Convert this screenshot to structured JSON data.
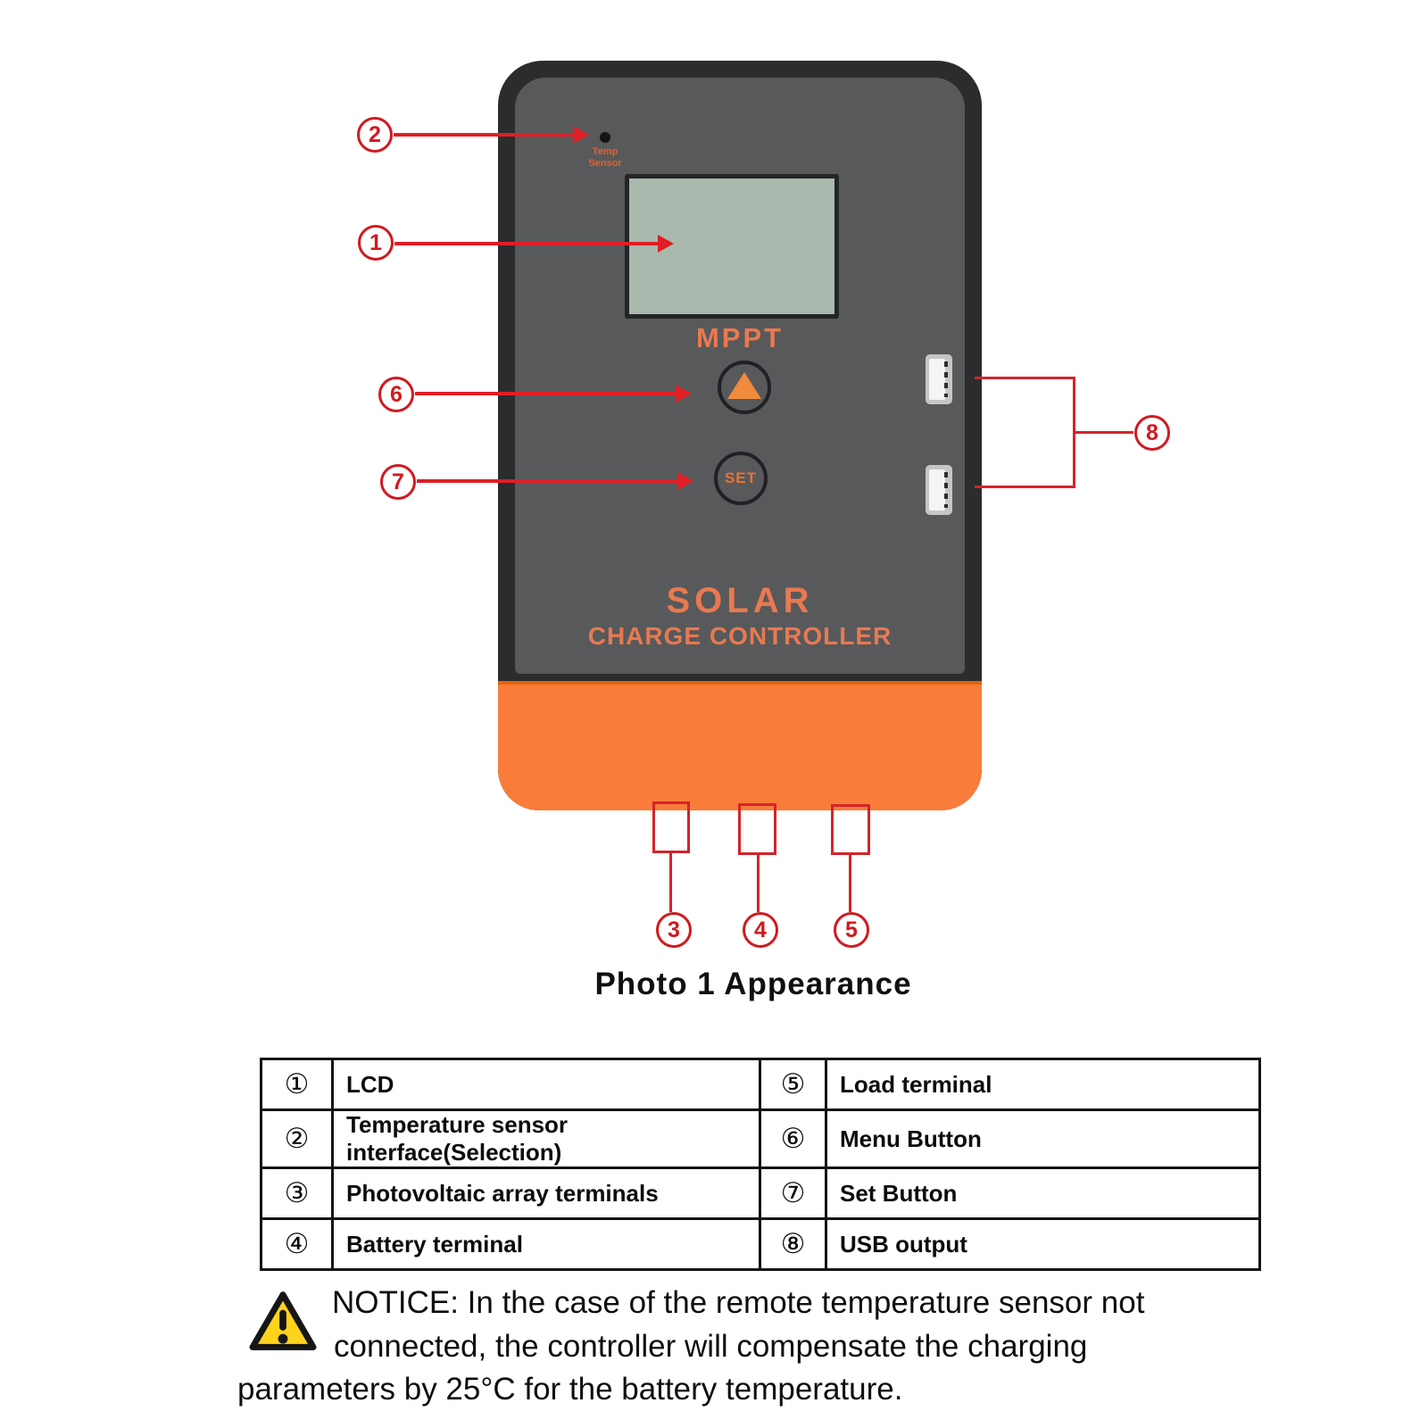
{
  "device": {
    "temp_sensor_line1": "Temp",
    "temp_sensor_line2": "Sensor",
    "mppt_label": "MPPT",
    "menu_button_glyph": "up-triangle",
    "set_button_label": "SET",
    "brand_title": "SOLAR",
    "brand_subtitle": "CHARGE CONTROLLER"
  },
  "callouts": {
    "n1": "1",
    "n2": "2",
    "n3": "3",
    "n4": "4",
    "n5": "5",
    "n6": "6",
    "n7": "7",
    "n8": "8"
  },
  "figure_caption": "Photo 1 Appearance",
  "legend_table": {
    "rows": [
      {
        "l_num": "①",
        "l_label": "LCD",
        "r_num": "⑤",
        "r_label": "Load terminal"
      },
      {
        "l_num": "②",
        "l_label": "Temperature sensor interface(Selection)",
        "r_num": "⑥",
        "r_label": "Menu Button"
      },
      {
        "l_num": "③",
        "l_label": "Photovoltaic array terminals",
        "r_num": "⑦",
        "r_label": "Set Button"
      },
      {
        "l_num": "④",
        "l_label": "Battery terminal",
        "r_num": "⑧",
        "r_label": "USB output"
      }
    ]
  },
  "notice": {
    "line1": "NOTICE: In the case of the remote temperature sensor not",
    "line2": "connected, the controller will compensate the charging",
    "line3": "parameters by 25°C for the battery temperature."
  },
  "colors": {
    "device_frame": "#2b2c2e",
    "device_panel": "#58595b",
    "accent_orange": "#f97c3a",
    "brand_text_orange": "#e87950",
    "callout_red": "#cf1a20",
    "arrow_red": "#e01e25",
    "lcd_green": "#aab9ad",
    "warning_yellow": "#ffd21c"
  }
}
